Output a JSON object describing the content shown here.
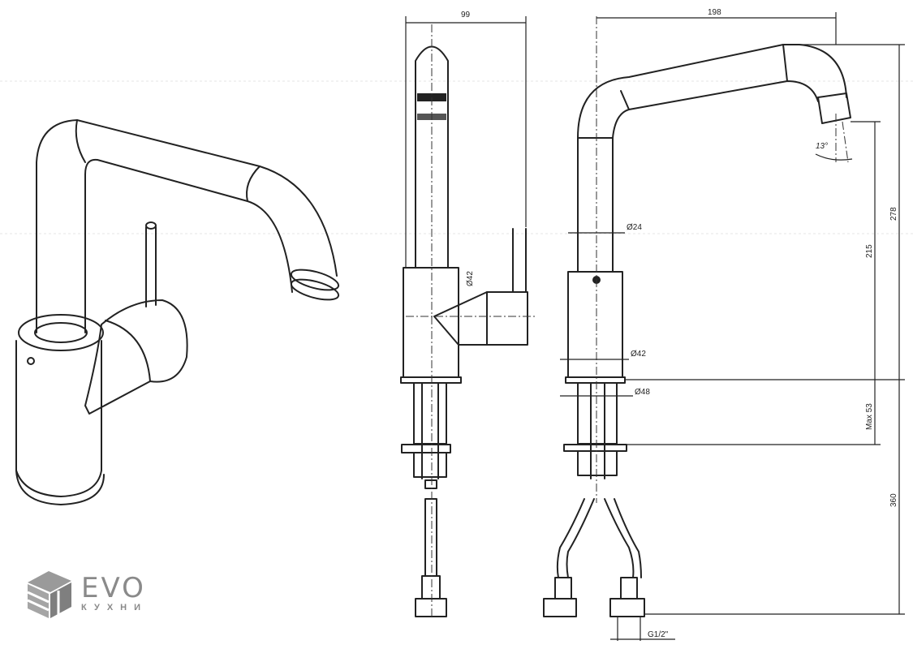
{
  "title": "Kitchen faucet technical drawing",
  "dimensions": {
    "width_side": "99",
    "reach": "198",
    "swivel_angle": "13°",
    "spout_diameter": "Ø24",
    "body_diameter_side": "Ø42",
    "body_diameter_front": "Ø42",
    "base_diameter": "Ø48",
    "total_height": "278",
    "spout_height": "215",
    "max_counter_thickness": "Max 53",
    "hose_length": "360",
    "thread": "G1/2\""
  },
  "logo": {
    "name": "EVO",
    "subtitle": "КУХНИ",
    "color": "#8a8a8a"
  }
}
